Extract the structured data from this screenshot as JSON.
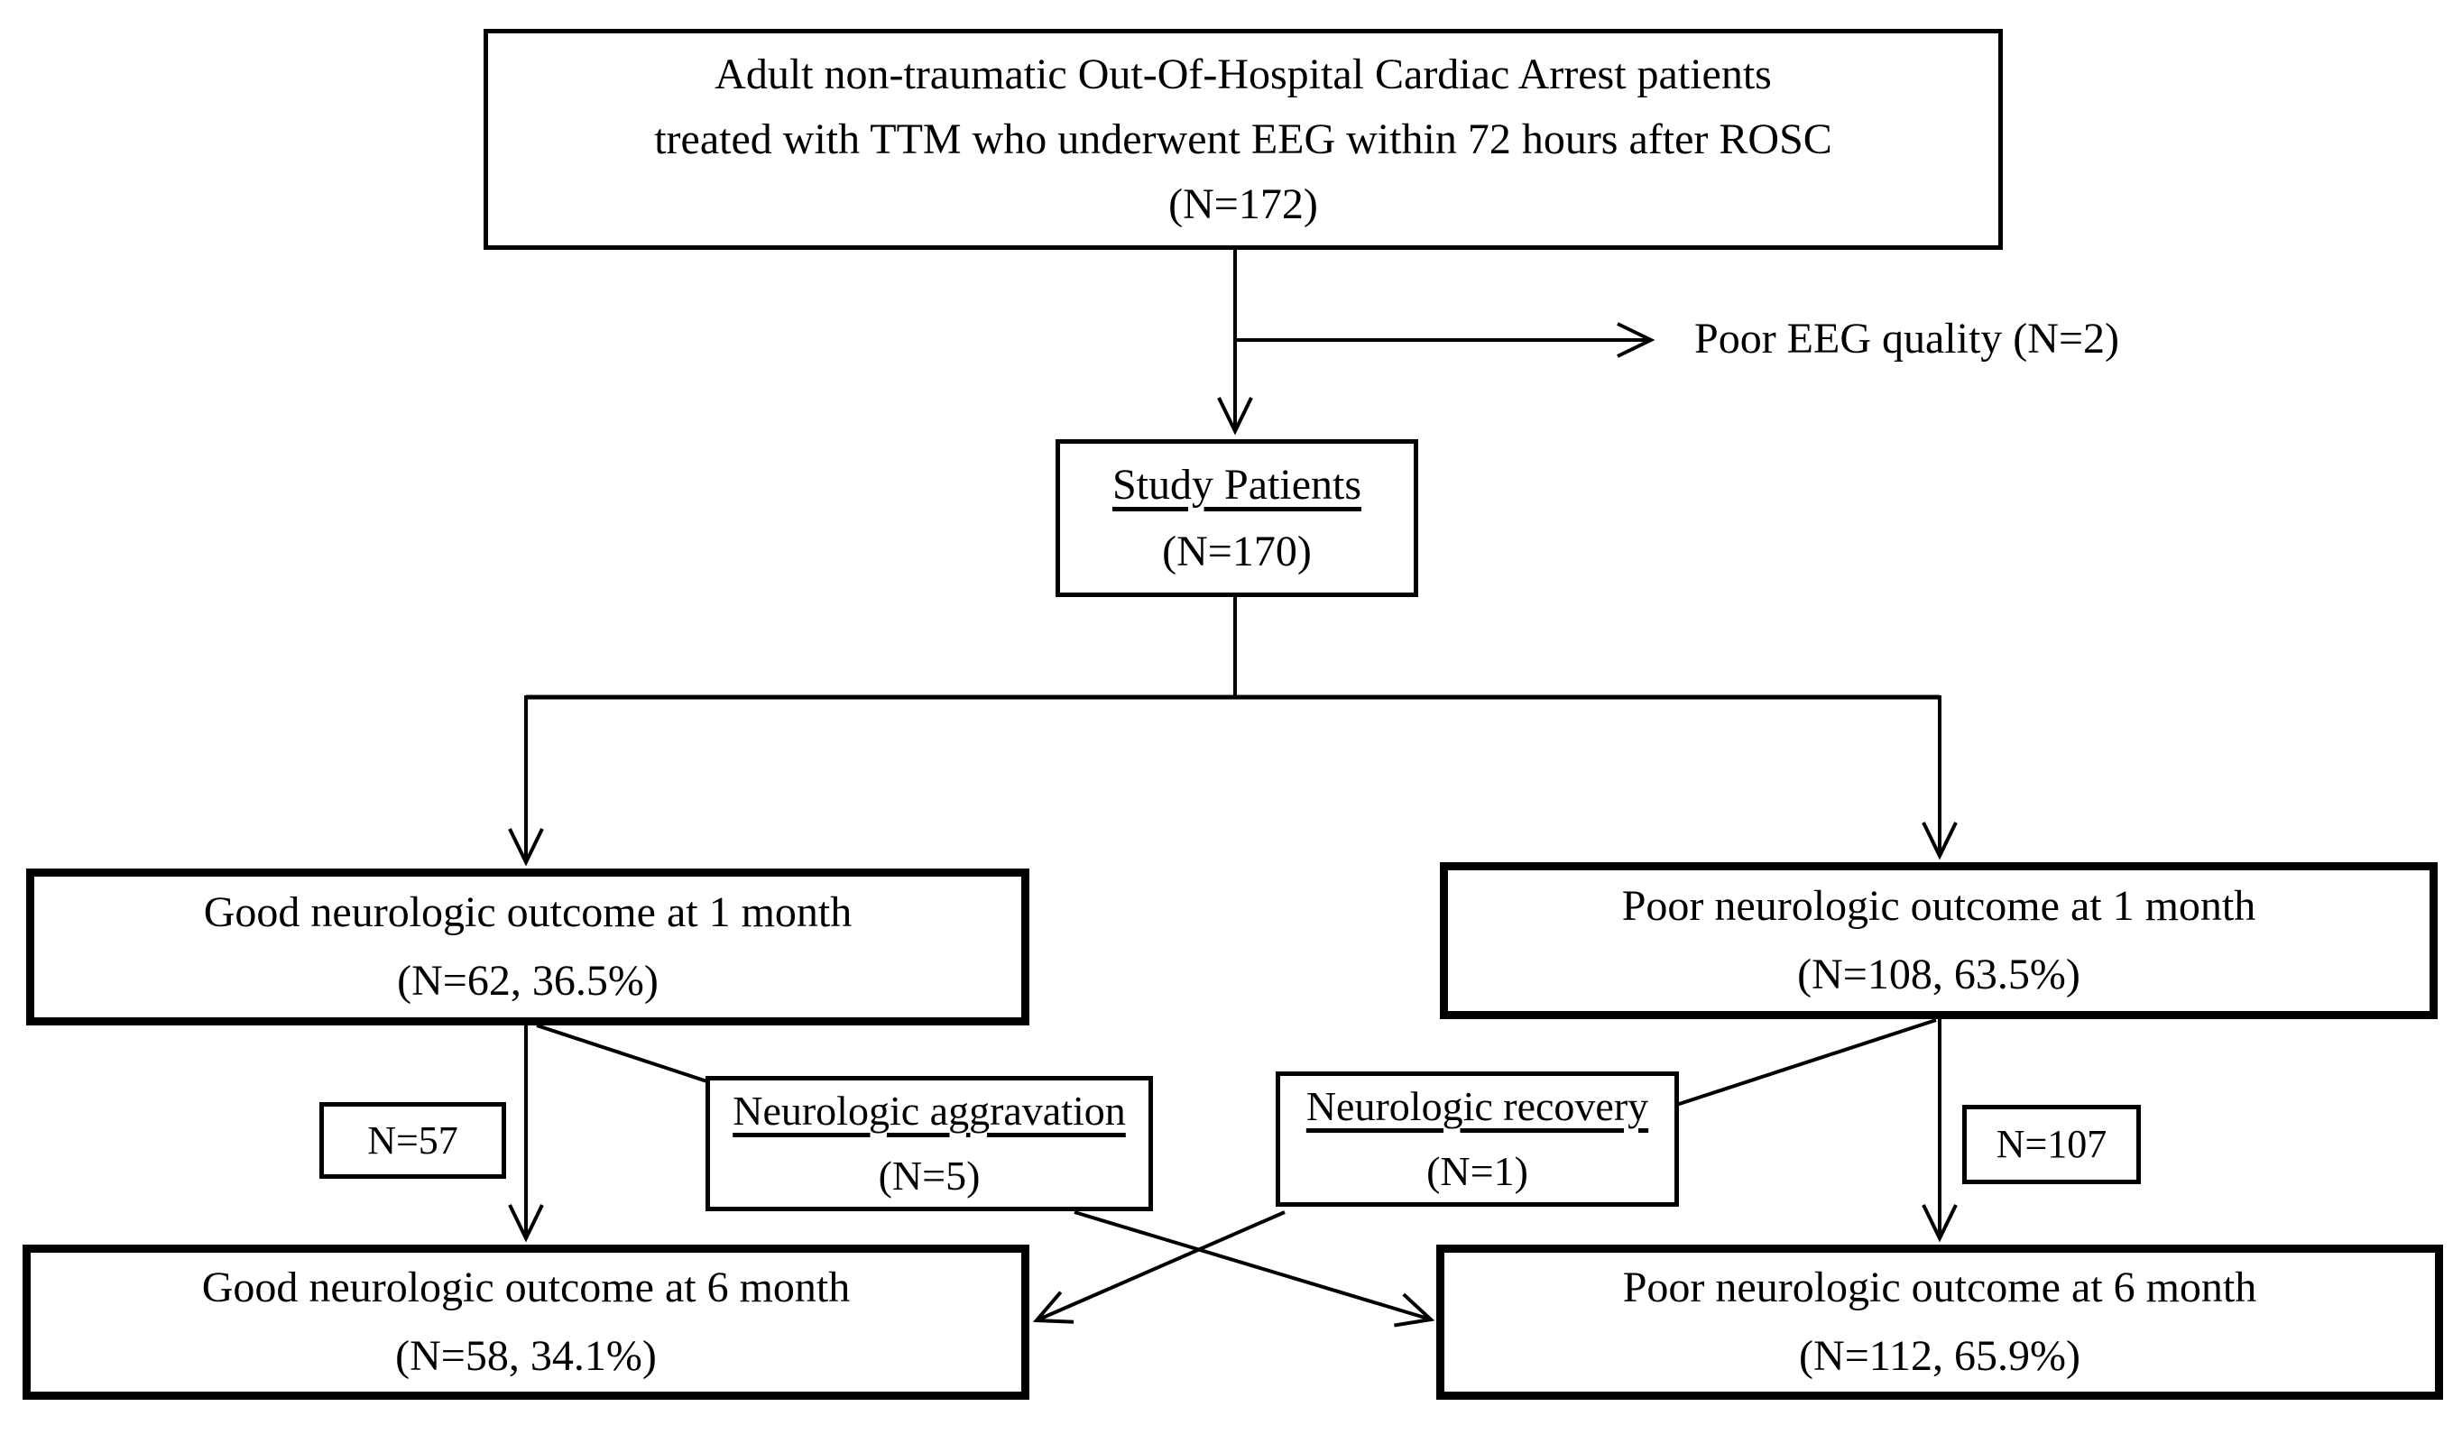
{
  "figure": {
    "background_color": "#ffffff",
    "ink_color": "#000000",
    "type": "patient-flow-diagram"
  },
  "nodes": {
    "eligible": {
      "lines": [
        "Adult non-traumatic Out-Of-Hospital Cardiac Arrest patients",
        "treated with TTM who underwent EEG within 72 hours after ROSC",
        "(N=172)"
      ]
    },
    "excluded": {
      "label": "Poor EEG quality (N=2)"
    },
    "study": {
      "title": "Study Patients",
      "count": "(N=170)"
    },
    "good_1m": {
      "title": "Good neurologic outcome at 1 month",
      "count": "(N=62, 36.5%)"
    },
    "poor_1m": {
      "title": "Poor neurologic outcome at 1 month",
      "count": "(N=108, 63.5%)"
    },
    "n57": {
      "label": "N=57"
    },
    "aggravation": {
      "title": "Neurologic aggravation",
      "count": "(N=5)"
    },
    "recovery": {
      "title": "Neurologic recovery",
      "count": "(N=1)"
    },
    "n107": {
      "label": "N=107"
    },
    "good_6m": {
      "title": "Good neurologic outcome at 6 month",
      "count": "(N=58, 34.1%)"
    },
    "poor_6m": {
      "title": "Poor neurologic outcome at 6 month",
      "count": "(N=112, 65.9%)"
    }
  }
}
